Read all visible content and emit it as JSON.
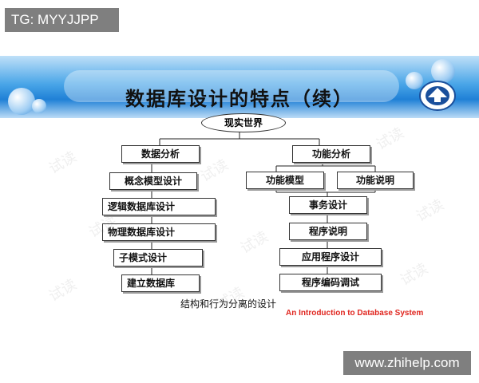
{
  "top_badge": "TG: MYYJJPP",
  "slide": {
    "title": "数据库设计的特点（续）",
    "root": "现实世界",
    "left_branch": {
      "head": "数据分析",
      "steps": [
        "概念模型设计",
        "逻辑数据库设计",
        "物理数据库设计",
        "子模式设计",
        "建立数据库"
      ]
    },
    "right_branch": {
      "head": "功能分析",
      "split": [
        "功能模型",
        "功能说明"
      ],
      "steps": [
        "事务设计",
        "程序说明",
        "应用程序设计",
        "程序编码调试"
      ]
    },
    "caption": "结构和行为分离的设计",
    "subtitle": "An Introduction to Database System",
    "watermark": "试读"
  },
  "bottom_badge": "www.zhihelp.com",
  "colors": {
    "banner": "#1f80d6",
    "subtitle": "#e0261f",
    "badge": "#7f7f7f"
  }
}
